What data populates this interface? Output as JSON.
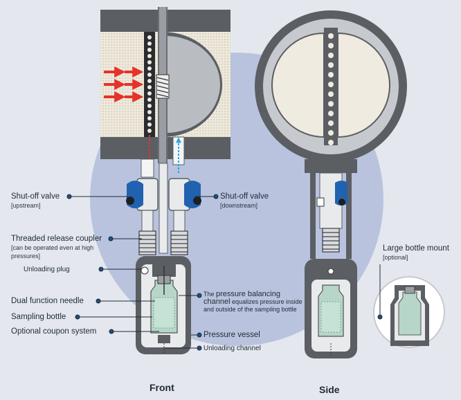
{
  "labels": {
    "shutoff_upstream": {
      "main": "Shut-off valve",
      "sub": "[upstream]"
    },
    "shutoff_downstream": {
      "main": "Shut-off valve",
      "sub": "[downstream]"
    },
    "threaded_coupler": {
      "main": "Threaded release coupler",
      "sub": "[can be operated even at high pressures]"
    },
    "unloading_plug": {
      "main": "Unloading plug"
    },
    "dual_needle": {
      "main": "Dual function needle"
    },
    "sampling_bottle": {
      "main": "Sampling bottle"
    },
    "coupon_system": {
      "main": "Optional coupon system"
    },
    "pressure_balancing": {
      "lead": "The ",
      "bold": "pressure balancing channel",
      "rest": " equalizes pressure inside and outside of the sampling bottle"
    },
    "pressure_vessel": {
      "main": "Pressure vessel"
    },
    "unloading_channel": {
      "main": "Unloading channel"
    },
    "large_bottle_mount": {
      "main": "Large bottle mount",
      "sub": "[optional]"
    }
  },
  "captions": {
    "front": "Front",
    "side": "Side"
  },
  "colors": {
    "background": "#e4e8ee",
    "pipe_disc": "#b9c3dd",
    "steel": "#5b5e63",
    "steel_light": "#c6c9cd",
    "mesh": "#f0ebe0",
    "valve_blue": "#2162b0",
    "flow_red": "#e4332a",
    "flow_blue": "#29a8df",
    "dot": "#1f4e86",
    "bottle_green": "#b7d6c9"
  }
}
